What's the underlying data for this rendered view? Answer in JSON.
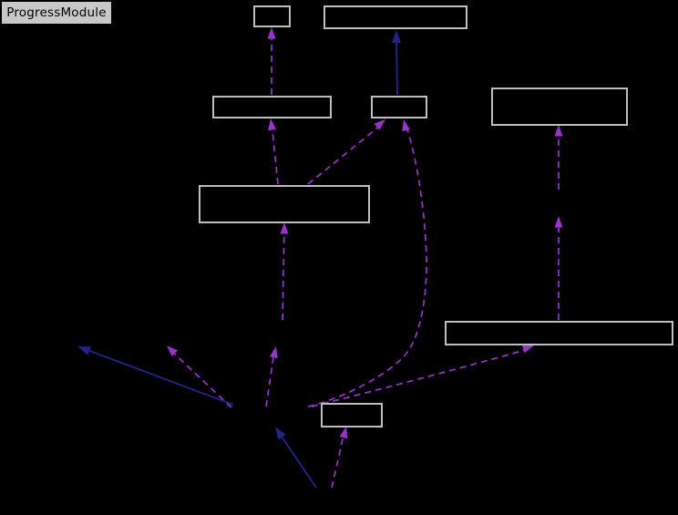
{
  "diagram": {
    "type": "collaboration-graph",
    "background_color": "#000000",
    "node_border_color": "#BEBEBE",
    "node_fill_color": "#000000",
    "current_node": {
      "label": "ProgressModule",
      "fill_color": "#C8C8C8",
      "border_color": "#000000",
      "text_color": "#000000"
    },
    "edge_colors": {
      "usage_dashed": "#9A32CD",
      "inheritance_solid": "#232382"
    },
    "nodes": [
      {
        "id": "node-top-small",
        "label": ""
      },
      {
        "id": "node-top-wide",
        "label": ""
      },
      {
        "id": "node-mid-left",
        "label": ""
      },
      {
        "id": "node-mid-small",
        "label": ""
      },
      {
        "id": "node-right-tall",
        "label": ""
      },
      {
        "id": "node-center-wide",
        "label": ""
      },
      {
        "id": "node-lower-right-wide",
        "label": ""
      },
      {
        "id": "node-small-above-current",
        "label": ""
      },
      {
        "id": "node-current",
        "label": "ProgressModule"
      }
    ],
    "edges": [
      {
        "from": "node-mid-left",
        "to": "node-top-small",
        "style": "usage_dashed"
      },
      {
        "from": "node-mid-small",
        "to": "node-top-wide",
        "style": "inheritance_solid"
      },
      {
        "from": "node-center-wide",
        "to": "node-mid-left",
        "style": "usage_dashed"
      },
      {
        "from": "node-center-wide",
        "to": "node-mid-small",
        "style": "usage_dashed"
      },
      {
        "from": "hidden-hub",
        "to": "node-mid-small",
        "style": "usage_dashed"
      },
      {
        "from": "node-lower-right-wide",
        "to": "hidden-right-mid",
        "style": "usage_dashed"
      },
      {
        "from": "hidden-right-mid",
        "to": "node-right-tall",
        "style": "usage_dashed"
      },
      {
        "from": "hidden-center",
        "to": "node-center-wide",
        "style": "usage_dashed"
      },
      {
        "from": "hidden-hub",
        "to": "hidden-center",
        "style": "usage_dashed"
      },
      {
        "from": "hidden-hub",
        "to": "node-lower-right-wide",
        "style": "usage_dashed"
      },
      {
        "from": "hidden-hub",
        "to": "hidden-left-far",
        "style": "inheritance_solid"
      },
      {
        "from": "hidden-hub",
        "to": "hidden-left-mid",
        "style": "usage_dashed"
      },
      {
        "from": "node-current",
        "to": "hidden-hub",
        "style": "inheritance_solid"
      },
      {
        "from": "node-current",
        "to": "node-small-above-current",
        "style": "usage_dashed"
      }
    ]
  }
}
